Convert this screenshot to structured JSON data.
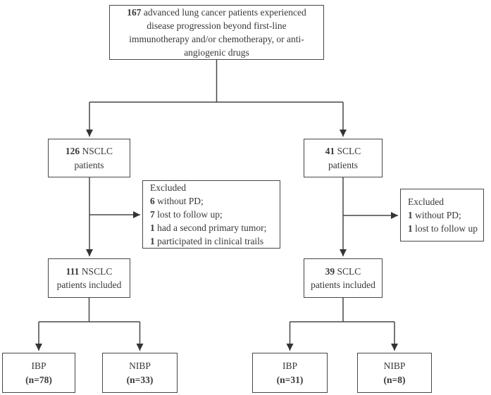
{
  "figure": {
    "type": "flowchart",
    "description": "Patient selection flow diagram for advanced lung cancer study"
  },
  "colors": {
    "background": "#ffffff",
    "border": "#474747",
    "text": "#383838",
    "arrow": "#333333"
  },
  "enrollment": {
    "count": "167",
    "text": "advanced lung cancer patients experienced disease progression beyond first-line immunotherapy and/or chemotherapy, or anti-angiogenic drugs"
  },
  "nsclc": {
    "count": "126",
    "label": "NSCLC",
    "sub": "patients"
  },
  "sclc": {
    "count": "41",
    "label": "SCLC",
    "sub": "patients"
  },
  "nsclc_excluded": {
    "title": "Excluded",
    "items": [
      {
        "n": "6",
        "reason": "without PD;"
      },
      {
        "n": "7",
        "reason": "lost to follow up;"
      },
      {
        "n": "1",
        "reason": "had a second primary tumor;"
      },
      {
        "n": "1",
        "reason": "participated in clinical trails"
      }
    ]
  },
  "sclc_excluded": {
    "title": "Excluded",
    "items": [
      {
        "n": "1",
        "reason": "without PD;"
      },
      {
        "n": "1",
        "reason": "lost to follow up"
      }
    ]
  },
  "nsclc_included": {
    "count": "111",
    "label": "NSCLC",
    "sub": "patients included"
  },
  "sclc_included": {
    "count": "39",
    "label": "SCLC",
    "sub": "patients included"
  },
  "outcomes": {
    "nsclc_ibp": {
      "name": "IBP",
      "n": "(n=78)"
    },
    "nsclc_nibp": {
      "name": "NIBP",
      "n": "(n=33)"
    },
    "sclc_ibp": {
      "name": "IBP",
      "n": "(n=31)"
    },
    "sclc_nibp": {
      "name": "NIBP",
      "n": "(n=8)"
    }
  }
}
